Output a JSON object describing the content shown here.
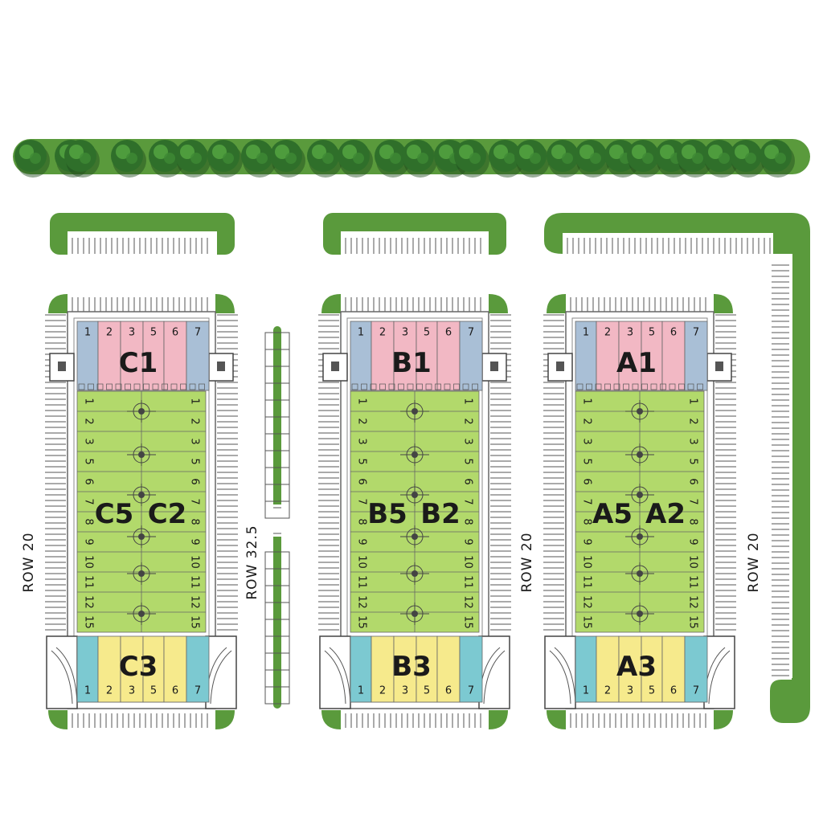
{
  "colors": {
    "green": "#5a9a3c",
    "lot": "#b2d96b",
    "pink": "#f2b8c4",
    "blue": "#a9bfd6",
    "teal": "#7cc9d1",
    "yellow": "#f6ea8c",
    "tree": "#2f6f2a"
  },
  "row_labels": [
    "ROW 20",
    "ROW 32.5",
    "ROW 20",
    "ROW 20"
  ],
  "blocks": [
    {
      "name": "C",
      "top": {
        "label": "C1",
        "units": [
          "1",
          "2",
          "3",
          "5",
          "6",
          "7"
        ]
      },
      "bottom": {
        "label": "C3",
        "units": [
          "1",
          "2",
          "3",
          "5",
          "6",
          "7"
        ]
      },
      "left_label": "C5",
      "right_label": "C2",
      "rows": [
        "1",
        "2",
        "3",
        "5",
        "6",
        "7",
        "8",
        "9",
        "10",
        "11",
        "12",
        "15"
      ]
    },
    {
      "name": "B",
      "top": {
        "label": "B1",
        "units": [
          "1",
          "2",
          "3",
          "5",
          "6",
          "7"
        ]
      },
      "bottom": {
        "label": "B3",
        "units": [
          "1",
          "2",
          "3",
          "5",
          "6",
          "7"
        ]
      },
      "left_label": "B5",
      "right_label": "B2",
      "rows": [
        "1",
        "2",
        "3",
        "5",
        "6",
        "7",
        "8",
        "9",
        "10",
        "11",
        "12",
        "15"
      ]
    },
    {
      "name": "A",
      "top": {
        "label": "A1",
        "units": [
          "1",
          "2",
          "3",
          "5",
          "6",
          "7"
        ]
      },
      "bottom": {
        "label": "A3",
        "units": [
          "1",
          "2",
          "3",
          "5",
          "6",
          "7"
        ]
      },
      "left_label": "A5",
      "right_label": "A2",
      "rows": [
        "1",
        "2",
        "3",
        "5",
        "6",
        "7",
        "8",
        "9",
        "10",
        "11",
        "12",
        "15"
      ]
    }
  ]
}
